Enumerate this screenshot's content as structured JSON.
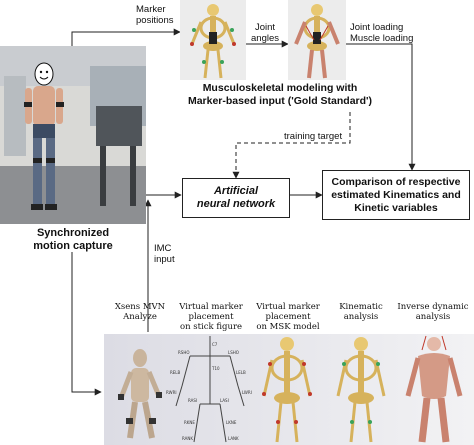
{
  "edges": {
    "marker_positions": [
      "Marker",
      "positions"
    ],
    "joint_angles": [
      "Joint",
      "angles"
    ],
    "joint_loading": "Joint loading",
    "muscle_loading": "Muscle loading",
    "training_target": "training target",
    "imc_input": [
      "IMC",
      "input"
    ]
  },
  "nodes": {
    "msk_modeling": [
      "Musculoskeletal modeling with",
      "Marker-based input ('Gold Standard')"
    ],
    "ann": [
      "Artificial",
      "neural network"
    ],
    "comparison": [
      "Comparison of respective",
      "estimated Kinematics and",
      "Kinetic variables"
    ],
    "sync_capture": [
      "Synchronized",
      "motion capture"
    ]
  },
  "pipeline": [
    {
      "label": [
        "Xsens MVN",
        "Analyze"
      ]
    },
    {
      "label": [
        "Virtual marker",
        "placement",
        "on stick figure"
      ]
    },
    {
      "label": [
        "Virtual marker",
        "placement",
        "on MSK model"
      ]
    },
    {
      "label": [
        "Kinematic",
        "analysis"
      ]
    },
    {
      "label": [
        "Inverse dynamic",
        "analysis"
      ]
    }
  ],
  "stick_figure_markers": [
    "RSHO",
    "LSHO",
    "RELB",
    "LELB",
    "RWRI",
    "LWRI",
    "RASI",
    "LASI",
    "RKNE",
    "LKNE",
    "RANK",
    "LANK",
    "T10",
    "C7"
  ],
  "colors": {
    "line": "#222222",
    "panel_bg": "#eaeaea",
    "bone": "#e8c872",
    "skin": "#e4b9a8",
    "muscle": "#c9826e"
  }
}
